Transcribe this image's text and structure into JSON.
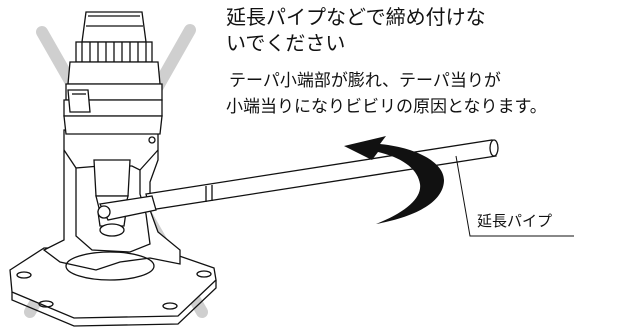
{
  "warning": {
    "title_line1": "延長パイプなどで締め付けな",
    "title_line2": "いでください",
    "note_line1": "テーパ小端部が膨れ、テーパ当りが",
    "note_line2": "小端当りになりビビリの原因となります。"
  },
  "callout": {
    "label": "延長パイプ"
  },
  "colors": {
    "cross": "#cfcfcf",
    "line": "#111111",
    "arrow": "#111111",
    "background": "#ffffff"
  },
  "icons": {
    "prohibition": "x-mark",
    "rotation": "curved-arrow"
  }
}
